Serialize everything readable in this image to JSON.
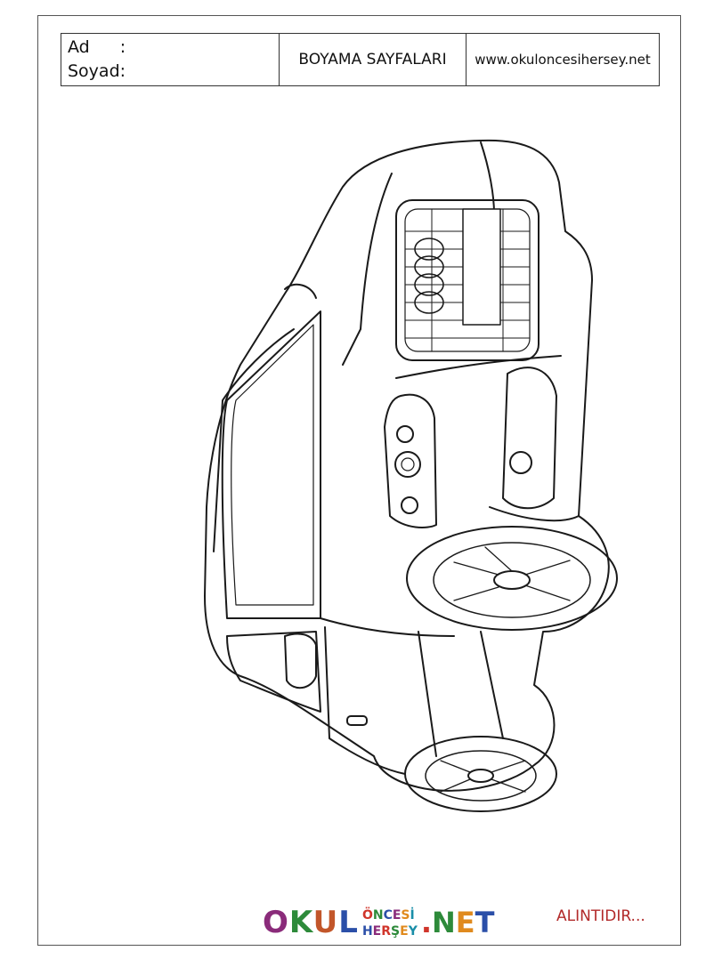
{
  "header": {
    "name_label": "Ad",
    "name_colon": ":",
    "surname_label": "Soyad:",
    "title": "BOYAMA SAYFALARI",
    "website": "www.okuloncesihersey.net"
  },
  "drawing": {
    "subject": "car-coloring-outline",
    "line_color": "#1a1a1a"
  },
  "logo": {
    "okul_letters": [
      "O",
      "K",
      "U",
      "L"
    ],
    "once_letters": [
      "Ö",
      "N",
      "C",
      "E",
      "S",
      "İ"
    ],
    "hersey_letters": [
      "H",
      "E",
      "R",
      "Ş",
      "E",
      "Y"
    ],
    "net_letters": [
      ".",
      "N",
      "E",
      "T"
    ]
  },
  "footer": {
    "credit": "ALINTIDIR..."
  }
}
